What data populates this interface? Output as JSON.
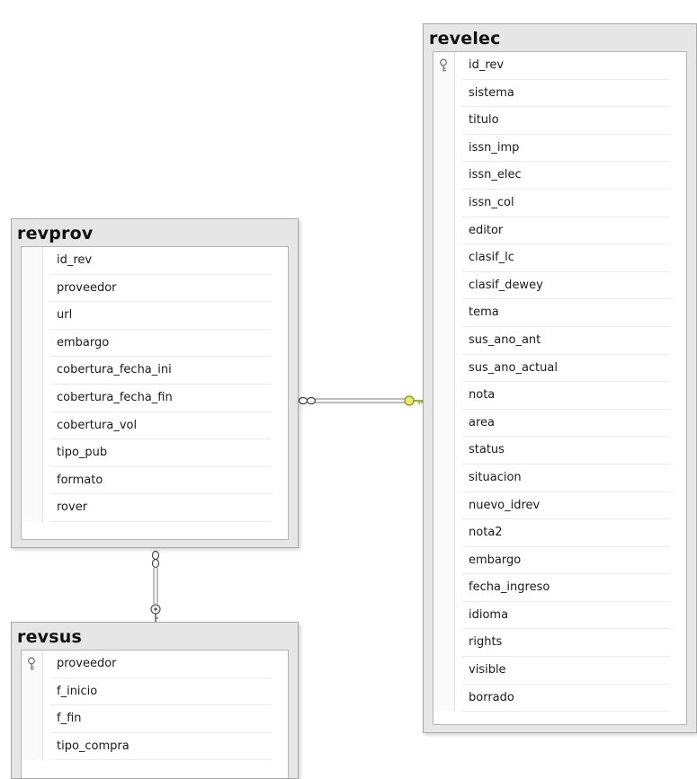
{
  "tables": {
    "revelec": {
      "title": "revelec",
      "columns": [
        {
          "name": "id_rev",
          "key": true
        },
        {
          "name": "sistema"
        },
        {
          "name": "titulo"
        },
        {
          "name": "issn_imp"
        },
        {
          "name": "issn_elec"
        },
        {
          "name": "issn_col"
        },
        {
          "name": "editor"
        },
        {
          "name": "clasif_lc"
        },
        {
          "name": "clasif_dewey"
        },
        {
          "name": "tema"
        },
        {
          "name": "sus_ano_ant"
        },
        {
          "name": "sus_ano_actual"
        },
        {
          "name": "nota"
        },
        {
          "name": "area"
        },
        {
          "name": "status"
        },
        {
          "name": "situacion"
        },
        {
          "name": "nuevo_idrev"
        },
        {
          "name": "nota2"
        },
        {
          "name": "embargo"
        },
        {
          "name": "fecha_ingreso"
        },
        {
          "name": "idioma"
        },
        {
          "name": "rights"
        },
        {
          "name": "visible"
        },
        {
          "name": "borrado"
        }
      ]
    },
    "revprov": {
      "title": "revprov",
      "columns": [
        {
          "name": "id_rev"
        },
        {
          "name": "proveedor"
        },
        {
          "name": "url"
        },
        {
          "name": "embargo"
        },
        {
          "name": "cobertura_fecha_ini"
        },
        {
          "name": "cobertura_fecha_fin"
        },
        {
          "name": "cobertura_vol"
        },
        {
          "name": "tipo_pub"
        },
        {
          "name": "formato"
        },
        {
          "name": "rover"
        }
      ]
    },
    "revsus": {
      "title": "revsus",
      "columns": [
        {
          "name": "proveedor",
          "key": true
        },
        {
          "name": "f_inicio"
        },
        {
          "name": "f_fin"
        },
        {
          "name": "tipo_compra"
        }
      ]
    }
  },
  "relationships": [
    {
      "from": "revprov",
      "to": "revelec",
      "from_end": "many",
      "to_end": "key"
    },
    {
      "from": "revprov",
      "to": "revsus",
      "from_end": "many",
      "to_end": "key"
    }
  ],
  "colors": {
    "connector_fk_1": "#c8d21e",
    "connector_fk_2": "#7a7a7a",
    "connector_line": "#6e6e6e",
    "key_icon": "#777777"
  }
}
